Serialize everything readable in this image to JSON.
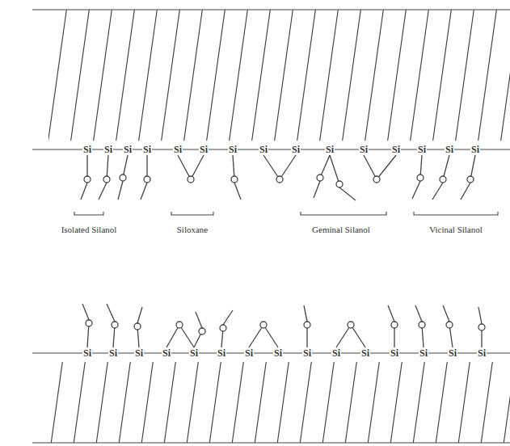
{
  "diagram": {
    "labels": [
      "Si",
      "Si",
      "Si",
      "Si",
      "Si",
      "Si",
      "Si",
      "Si",
      "Si",
      "Si",
      "Si",
      "Si",
      "Si",
      "Si",
      "Si",
      "Isolated Silanol",
      "Siloxane",
      "Geminal Silanol",
      "Vicinal Silanol",
      "Si",
      "Si",
      "Si",
      "Si",
      "Si",
      "Si",
      "Si",
      "Si",
      "Si",
      "Si",
      "Si",
      "Si",
      "Si",
      "Si",
      "Si"
    ]
  }
}
